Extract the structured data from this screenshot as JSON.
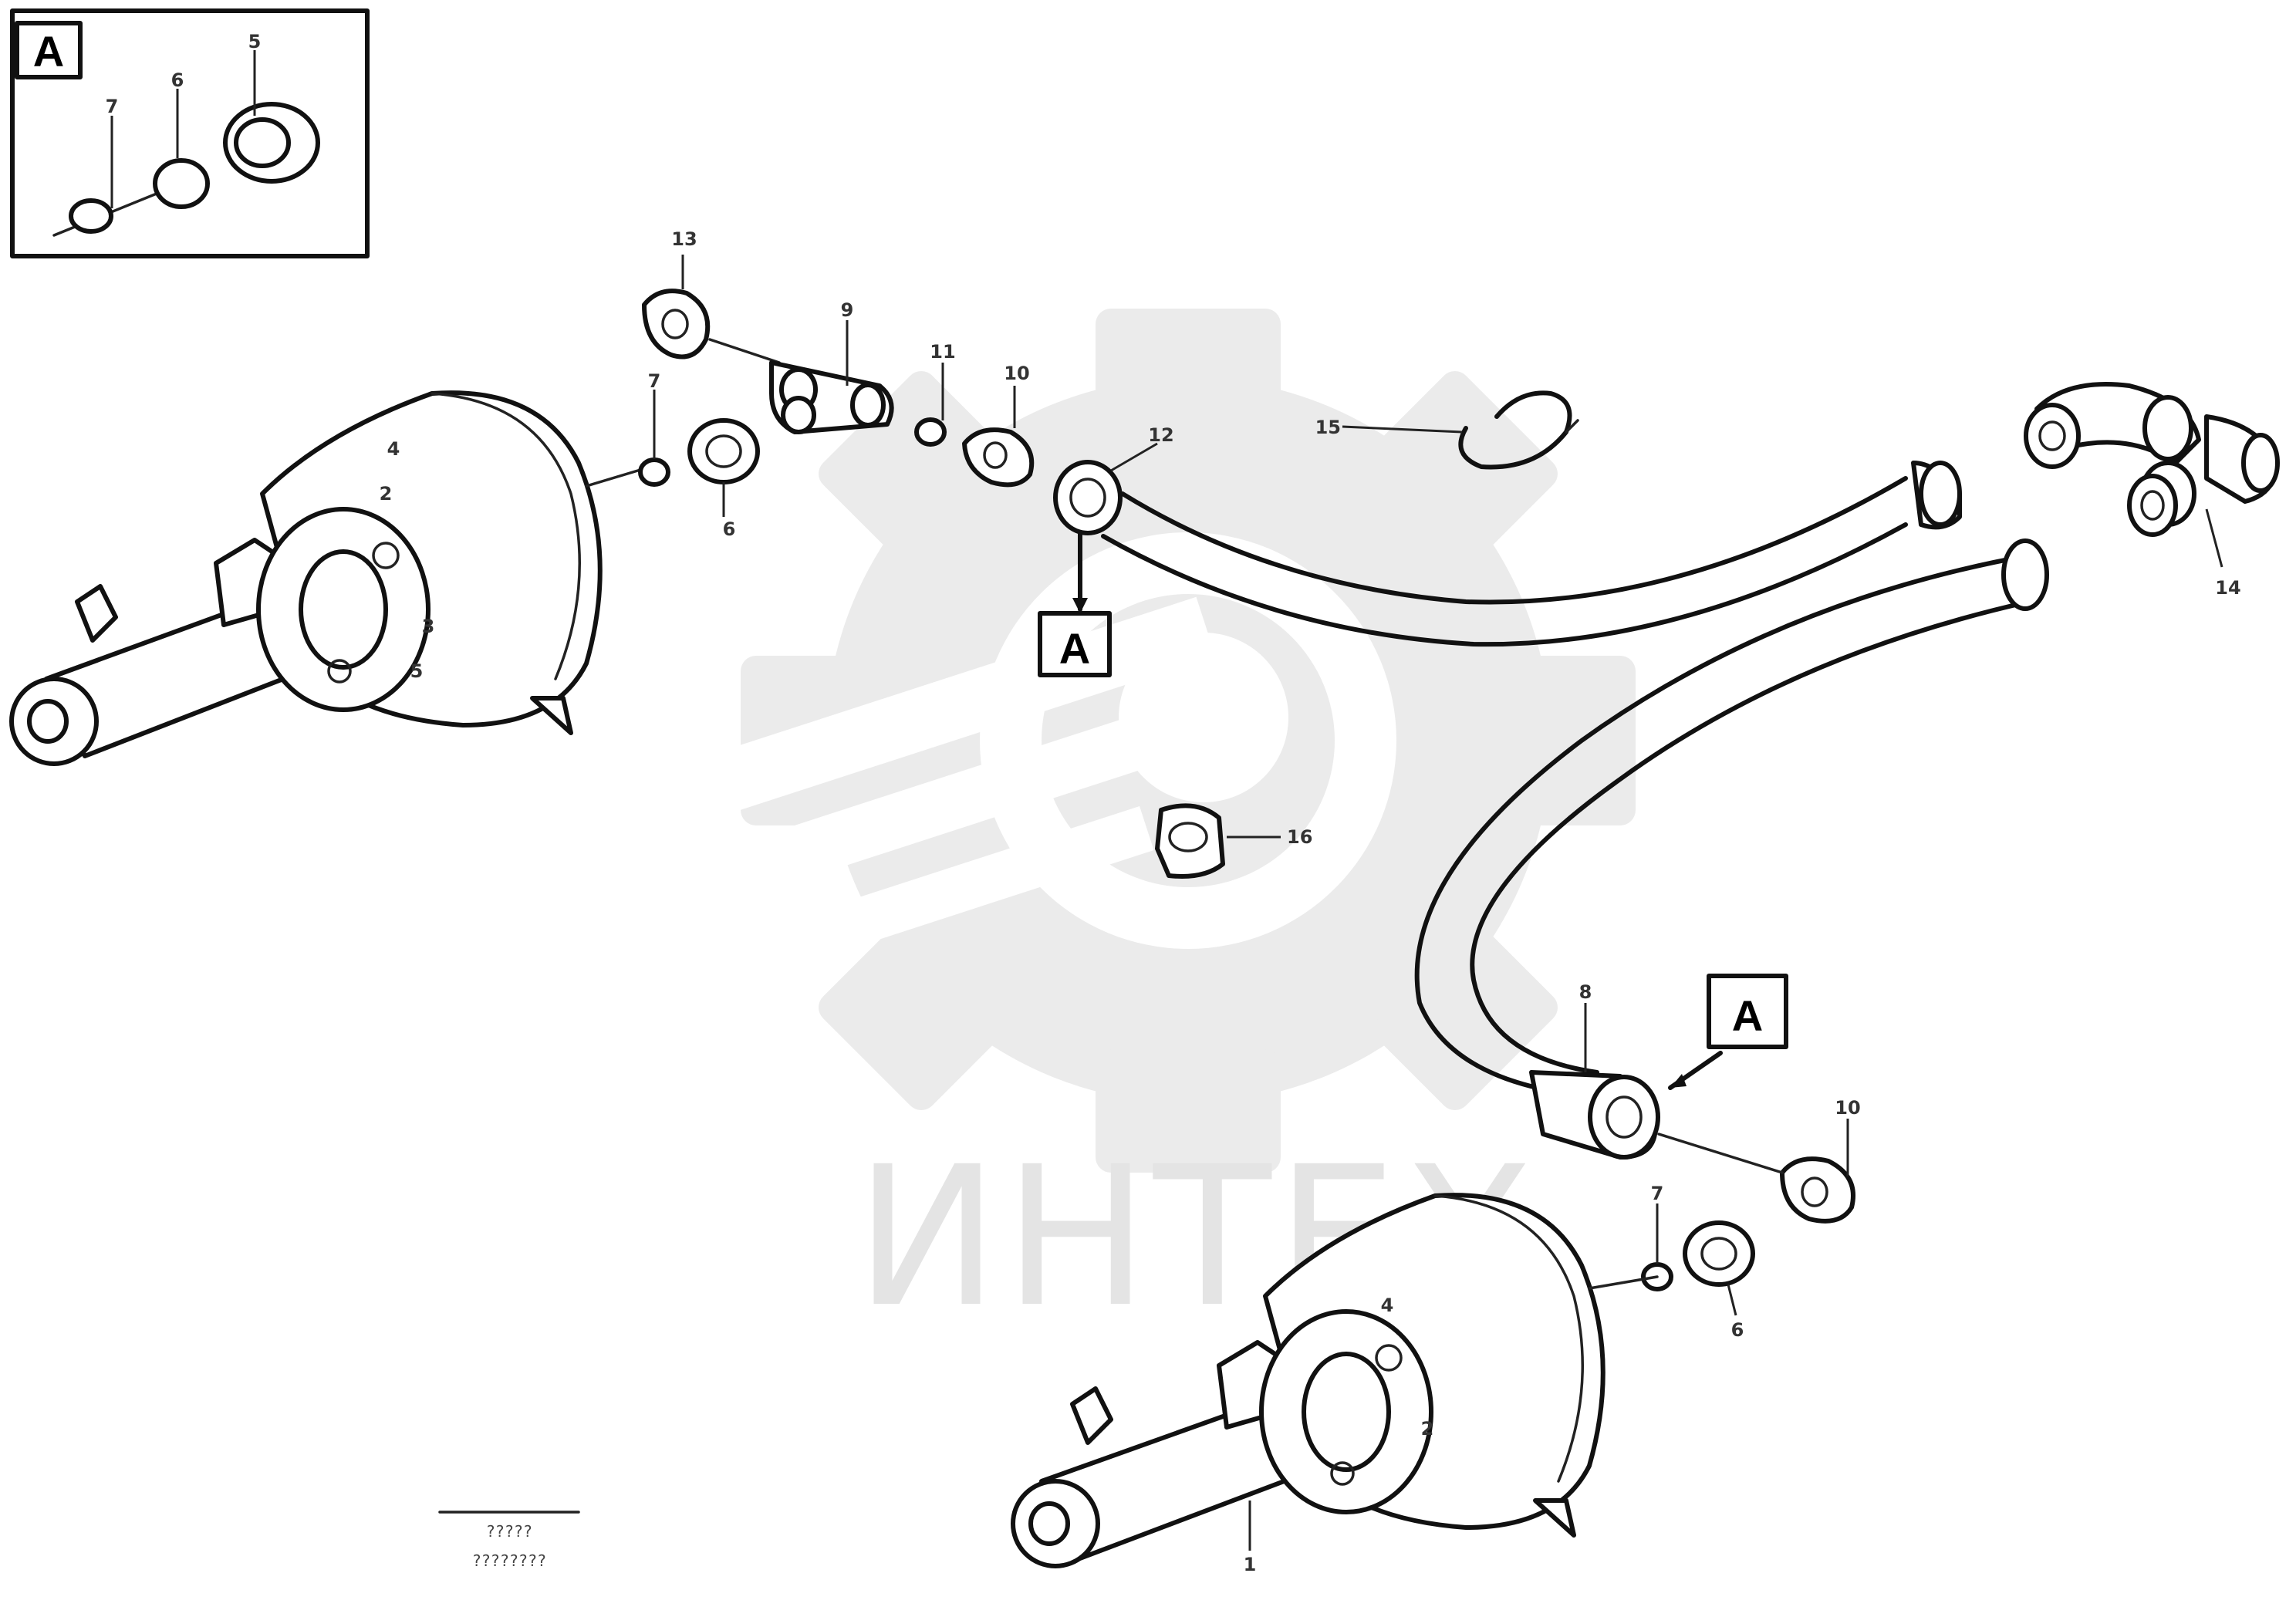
{
  "callouts": {
    "inset_7": "7",
    "inset_6": "6",
    "inset_5": "5",
    "c13": "13",
    "c9a": "9",
    "c11": "11",
    "c10a": "10",
    "c7a": "7",
    "c6a": "6",
    "c12": "12",
    "c16": "16",
    "c4a": "4",
    "c2a": "2",
    "c3a": "3",
    "c5a": "5",
    "c14": "14",
    "c15": "15",
    "c8": "8",
    "c10b": "10",
    "c7b": "7",
    "c6b": "6",
    "c4b": "4",
    "c2b": "2",
    "c1": "1"
  },
  "section_labels": {
    "inset": "A",
    "left": "A",
    "right": "A"
  },
  "watermark": {
    "text": "ИНТЕХ"
  },
  "footer": {
    "line1": "?????",
    "line2": "????????"
  },
  "colors": {
    "line": "#111111",
    "watermark": "#e4e4e4",
    "background": "#ffffff"
  }
}
